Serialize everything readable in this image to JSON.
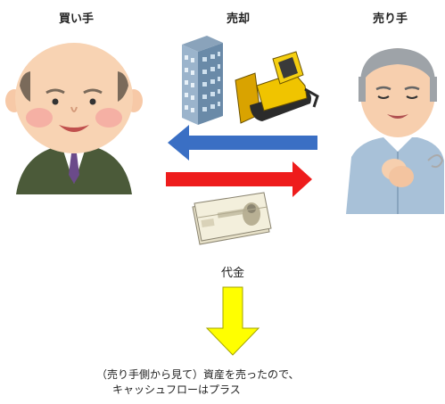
{
  "labels": {
    "buyer": "買い手",
    "sale": "売却",
    "seller": "売り手",
    "payment": "代金"
  },
  "caption": {
    "line1": "（売り手側から見て）資産を売ったので、",
    "line2": "キャッシュフローはプラス"
  },
  "colors": {
    "asset_flow_arrow": "#3a6fc4",
    "money_flow_arrow": "#ee1c1c",
    "result_arrow": "#ffff00",
    "result_arrow_outline": "#a3a300"
  }
}
